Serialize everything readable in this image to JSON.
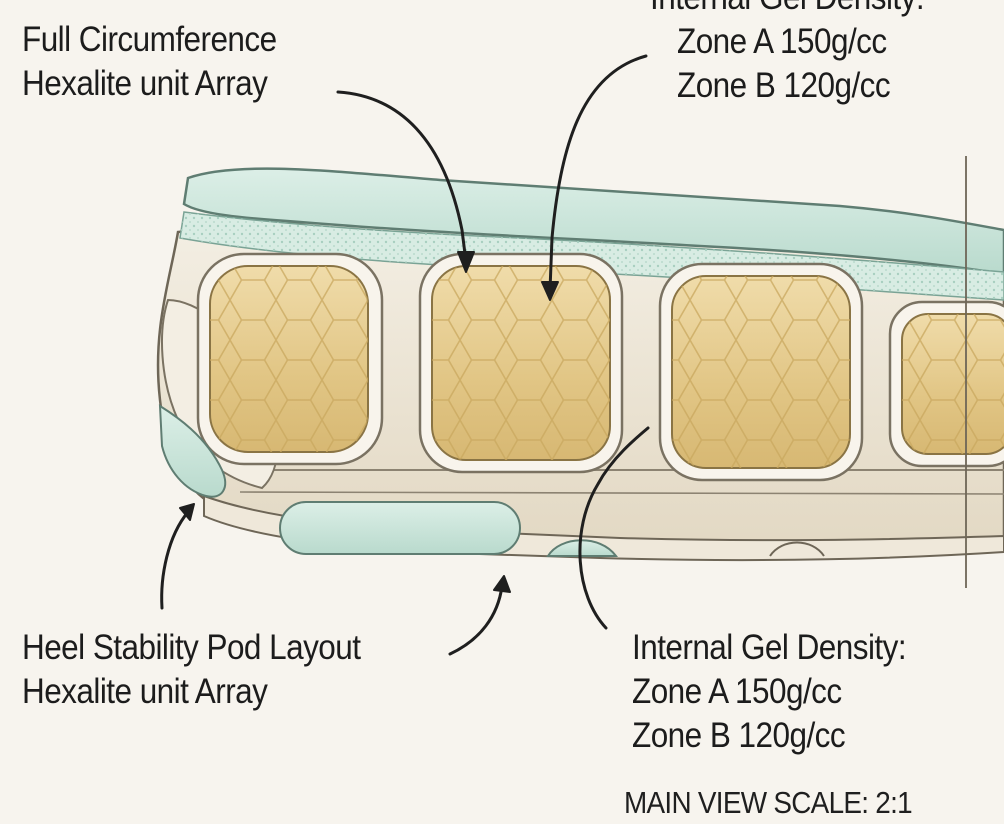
{
  "callouts": {
    "full_circumference": {
      "line1": "Full Circumference",
      "line2": "Hexalite unit Array"
    },
    "gel_density_top": {
      "line1": "Internal Gel Density:",
      "line2": "Zone A 150g/cc",
      "line3": "Zone B 120g/cc"
    },
    "heel_stability": {
      "line1": "Heel Stability Pod Layout",
      "line2": "Hexalite unit Array"
    },
    "gel_density_bottom": {
      "line1": "Internal Gel Density:",
      "line2": "Zone A 150g/cc",
      "line3": "Zone B 120g/cc"
    }
  },
  "scale_note": "MAIN VIEW SCALE: 2:1",
  "colors": {
    "background": "#f7f4ee",
    "midsole_cream": "#ece4d3",
    "gel_pod_gold": "#e2c98c",
    "mint_foam": "#cfe6dc",
    "ink": "#2a2a2a"
  }
}
